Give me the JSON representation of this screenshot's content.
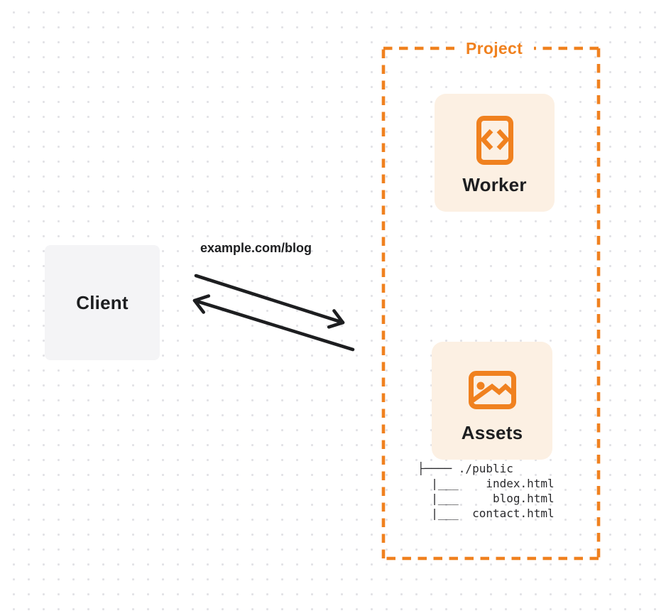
{
  "diagram": {
    "client": {
      "label": "Client"
    },
    "request_label": "example.com/blog",
    "project": {
      "label": "Project",
      "worker": {
        "label": "Worker",
        "icon": "code-document-icon"
      },
      "assets": {
        "label": "Assets",
        "icon": "image-icon"
      },
      "file_tree_lines": [
        "├──── ./public",
        "  |___    index.html",
        "  |___     blog.html",
        "  |___  contact.html"
      ]
    },
    "arrows": {
      "request_direction": "client-to-project",
      "response_direction": "project-to-client"
    },
    "colors": {
      "accent_orange": "#f0811f",
      "card_background": "#fcf0e3",
      "client_background": "#f4f4f6",
      "ink": "#1d1e20",
      "tree_ink": "#2a2a2d",
      "grid_dot": "#e2e2e6"
    }
  }
}
